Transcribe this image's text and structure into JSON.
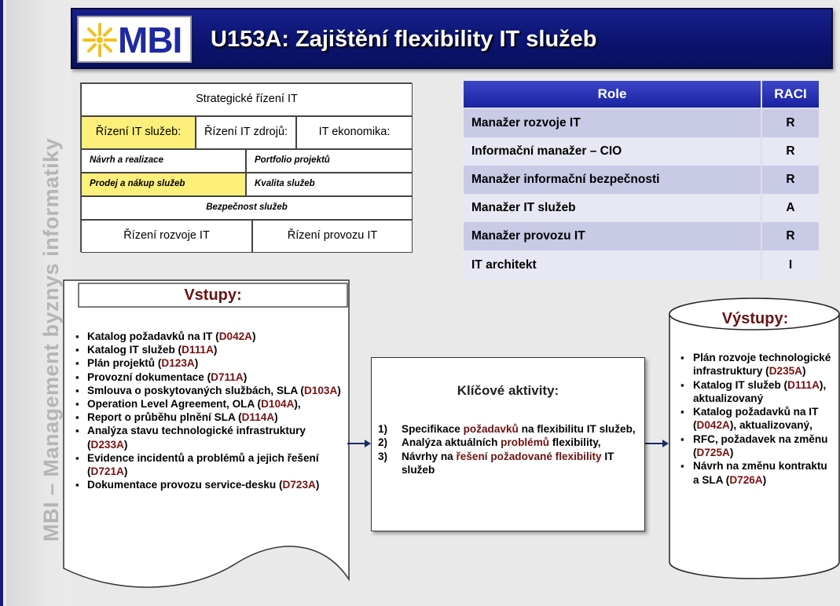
{
  "side_label": "MBI – Management byznys informatiky",
  "header": {
    "logo_text": "MBI",
    "title": "U153A: Zajištění flexibility IT služeb"
  },
  "org_table": {
    "top": "Strategické řízení IT",
    "cell_a": "Řízení IT služeb:",
    "cell_b": "Řízení IT zdrojů:",
    "cell_c": "IT ekonomika:",
    "r3_left": "Návrh a realizace",
    "r3_right": "Portfolio projektů",
    "r4_left": "Prodej a nákup služeb",
    "r4_right": "Kvalita služeb",
    "r5": "Bezpečnost služeb",
    "r6_left": "Řízení rozvoje IT",
    "r6_right": "Řízení provozu IT"
  },
  "raci": {
    "head_role": "Role",
    "head_raci": "RACI",
    "rows": [
      {
        "role": "Manažer rozvoje IT",
        "value": "R"
      },
      {
        "role": "Informační manažer – CIO",
        "value": "R"
      },
      {
        "role": "Manažer informační  bezpečnosti",
        "value": "R"
      },
      {
        "role": "Manažer IT služeb",
        "value": "A"
      },
      {
        "role": "Manažer provozu IT",
        "value": "R"
      },
      {
        "role": "IT architekt",
        "value": "I"
      }
    ]
  },
  "inputs": {
    "title": "Vstupy:",
    "items": [
      {
        "text": "Katalog požadavků na IT (",
        "code": "D042A",
        "tail": ")"
      },
      {
        "text": "Katalog IT služeb (",
        "code": "D111A",
        "tail": ")"
      },
      {
        "text": "Plán projektů (",
        "code": "D123A",
        "tail": ")"
      },
      {
        "text": "Provozní dokumentace (",
        "code": "D711A",
        "tail": ")"
      },
      {
        "text": "Smlouva o poskytovaných službách, SLA (",
        "code": "D103A",
        "tail": ")"
      },
      {
        "text": "Operation Level Agreement, OLA (",
        "code": "D104A",
        "tail": "),"
      },
      {
        "text": "Report o průběhu plnění SLA  (",
        "code": "D114A",
        "tail": ")"
      },
      {
        "text": "Analýza  stavu technologické infrastruktury (",
        "code": "D233A",
        "tail": ")"
      },
      {
        "text": "Evidence incidentů a problémů a jejich řešení (",
        "code": "D721A",
        "tail": ")"
      },
      {
        "text": "Dokumentace provozu service-desku (",
        "code": "D723A",
        "tail": ")"
      }
    ]
  },
  "activities": {
    "title": "Klíčové aktivity:",
    "items": [
      {
        "num": "1)",
        "parts": [
          [
            "Specifikace ",
            ""
          ],
          [
            "požadavků",
            "kw"
          ],
          [
            " na flexibilitu IT služeb,",
            ""
          ]
        ]
      },
      {
        "num": "2)",
        "parts": [
          [
            "Analýza  aktuálních  ",
            ""
          ],
          [
            "problémů",
            "kw"
          ],
          [
            " flexibility,",
            ""
          ]
        ]
      },
      {
        "num": "3)",
        "parts": [
          [
            "Návrhy na ",
            ""
          ],
          [
            "řešení požadované flexibility",
            "kw"
          ],
          [
            " IT služeb",
            ""
          ]
        ]
      }
    ]
  },
  "outputs": {
    "title": "Výstupy:",
    "items": [
      {
        "text": "Plán rozvoje technologické infrastruktury (",
        "code": "D235A",
        "tail": ")"
      },
      {
        "text": "Katalog IT služeb (",
        "code": "D111A",
        "tail": "), aktualizovaný"
      },
      {
        "text": "Katalog požadavků na IT (",
        "code": "D042A",
        "tail": "), aktualizovaný,"
      },
      {
        "text": "RFC, požadavek na změnu (",
        "code": "D725A",
        "tail": ")"
      },
      {
        "text": "Návrh na změnu kontraktu a SLA (",
        "code": "D726A",
        "tail": ")"
      }
    ]
  }
}
